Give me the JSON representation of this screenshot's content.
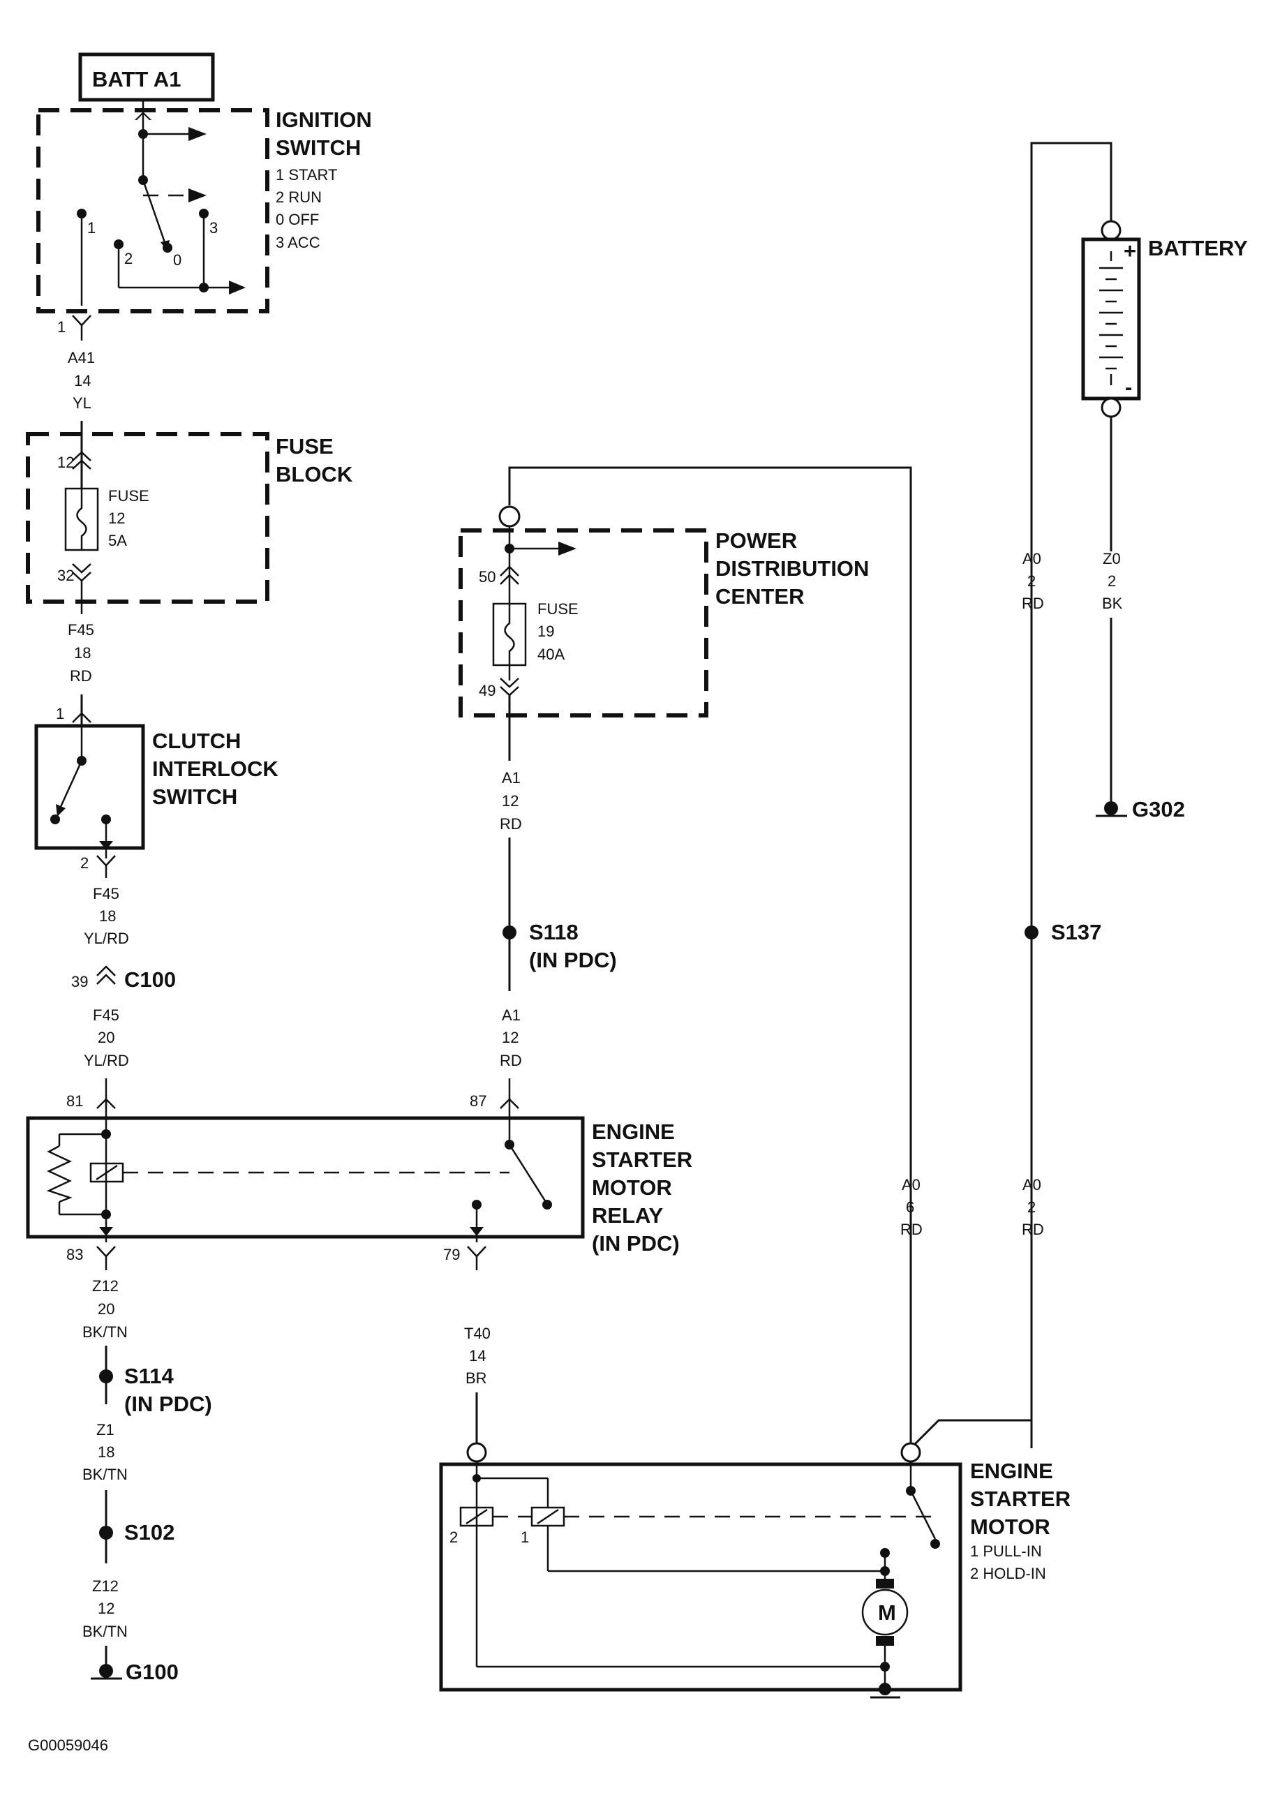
{
  "figure_id": "G00059046",
  "components": {
    "batt_a1": "BATT A1",
    "ignition_switch": {
      "title_1": "IGNITION",
      "title_2": "SWITCH",
      "pos_1": "1 START",
      "pos_2": "2 RUN",
      "pos_3": "0 OFF",
      "pos_4": "3 ACC",
      "pin_1": "1",
      "pin_2": "2",
      "pin_0": "0",
      "pin_3": "3"
    },
    "fuse_block": {
      "title_1": "FUSE",
      "title_2": "BLOCK",
      "fuse_1": "FUSE",
      "fuse_2": "12",
      "fuse_3": "5A",
      "pin_in": "12",
      "pin_out": "32"
    },
    "clutch_switch": {
      "title_1": "CLUTCH",
      "title_2": "INTERLOCK",
      "title_3": "SWITCH",
      "pin_in": "1",
      "pin_out": "2"
    },
    "connector_c100": {
      "name": "C100",
      "pin": "39"
    },
    "relay": {
      "title_1": "ENGINE",
      "title_2": "STARTER",
      "title_3": "MOTOR",
      "title_4": "RELAY",
      "title_5": "(IN PDC)",
      "pin_81": "81",
      "pin_87": "87",
      "pin_83": "83",
      "pin_79": "79"
    },
    "pdc": {
      "title_1": "POWER",
      "title_2": "DISTRIBUTION",
      "title_3": "CENTER",
      "fuse_1": "FUSE",
      "fuse_2": "19",
      "fuse_3": "40A",
      "pin_in": "50",
      "pin_out": "49"
    },
    "battery": {
      "title": "BATTERY",
      "plus": "+",
      "minus": "-"
    },
    "starter_motor": {
      "title_1": "ENGINE",
      "title_2": "STARTER",
      "title_3": "MOTOR",
      "note_1": "1 PULL-IN",
      "note_2": "2 HOLD-IN",
      "coil_2": "2",
      "coil_1": "1",
      "motor": "M"
    },
    "splices": {
      "s118": "S118",
      "s118_note": "(IN PDC)",
      "s137": "S137",
      "s114": "S114",
      "s114_note": "(IN PDC)",
      "s102": "S102"
    },
    "grounds": {
      "g302": "G302",
      "g100": "G100"
    }
  },
  "wires": {
    "w_a41": {
      "circuit": "A41",
      "gauge": "14",
      "color": "YL"
    },
    "w_f45_a": {
      "circuit": "F45",
      "gauge": "18",
      "color": "RD"
    },
    "w_f45_b": {
      "circuit": "F45",
      "gauge": "18",
      "color": "YL/RD"
    },
    "w_f45_c": {
      "circuit": "F45",
      "gauge": "20",
      "color": "YL/RD"
    },
    "w_z12_a": {
      "circuit": "Z12",
      "gauge": "20",
      "color": "BK/TN"
    },
    "w_z1": {
      "circuit": "Z1",
      "gauge": "18",
      "color": "BK/TN"
    },
    "w_z12_b": {
      "circuit": "Z12",
      "gauge": "12",
      "color": "BK/TN"
    },
    "w_a1_a": {
      "circuit": "A1",
      "gauge": "12",
      "color": "RD"
    },
    "w_a1_b": {
      "circuit": "A1",
      "gauge": "12",
      "color": "RD"
    },
    "w_t40": {
      "circuit": "T40",
      "gauge": "14",
      "color": "BR"
    },
    "w_a0_6": {
      "circuit": "A0",
      "gauge": "6",
      "color": "RD"
    },
    "w_a0_2_top": {
      "circuit": "A0",
      "gauge": "2",
      "color": "RD"
    },
    "w_a0_2_bot": {
      "circuit": "A0",
      "gauge": "2",
      "color": "RD"
    },
    "w_z0": {
      "circuit": "Z0",
      "gauge": "2",
      "color": "BK"
    }
  }
}
